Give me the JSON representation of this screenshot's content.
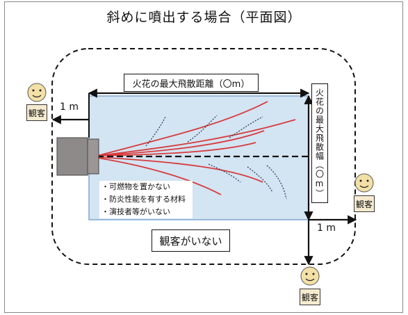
{
  "title": "斜めに噴出する場合（平面図）",
  "labels": {
    "max_distance": "火花の最大飛散距離（〇m）",
    "max_width": "火花の最大飛散幅（〇m）",
    "no_audience": "観客がいない",
    "distance_left": "1 m",
    "distance_bottom": "1 m"
  },
  "notes": [
    "・可燃物を置かない",
    "・防炎性能を有する材料",
    "・演技者等がいない"
  ],
  "audience": [
    "観客",
    "観客",
    "観客"
  ],
  "colors": {
    "area_fill": "#d3e4f3",
    "area_border": "#7ea6cf",
    "spark_red": "#d83a3a",
    "spark_dark": "#2f3f56",
    "device": "#8f8a8a",
    "figure_face": "#f3e0a6",
    "figure_label": "#f6ebd0"
  }
}
